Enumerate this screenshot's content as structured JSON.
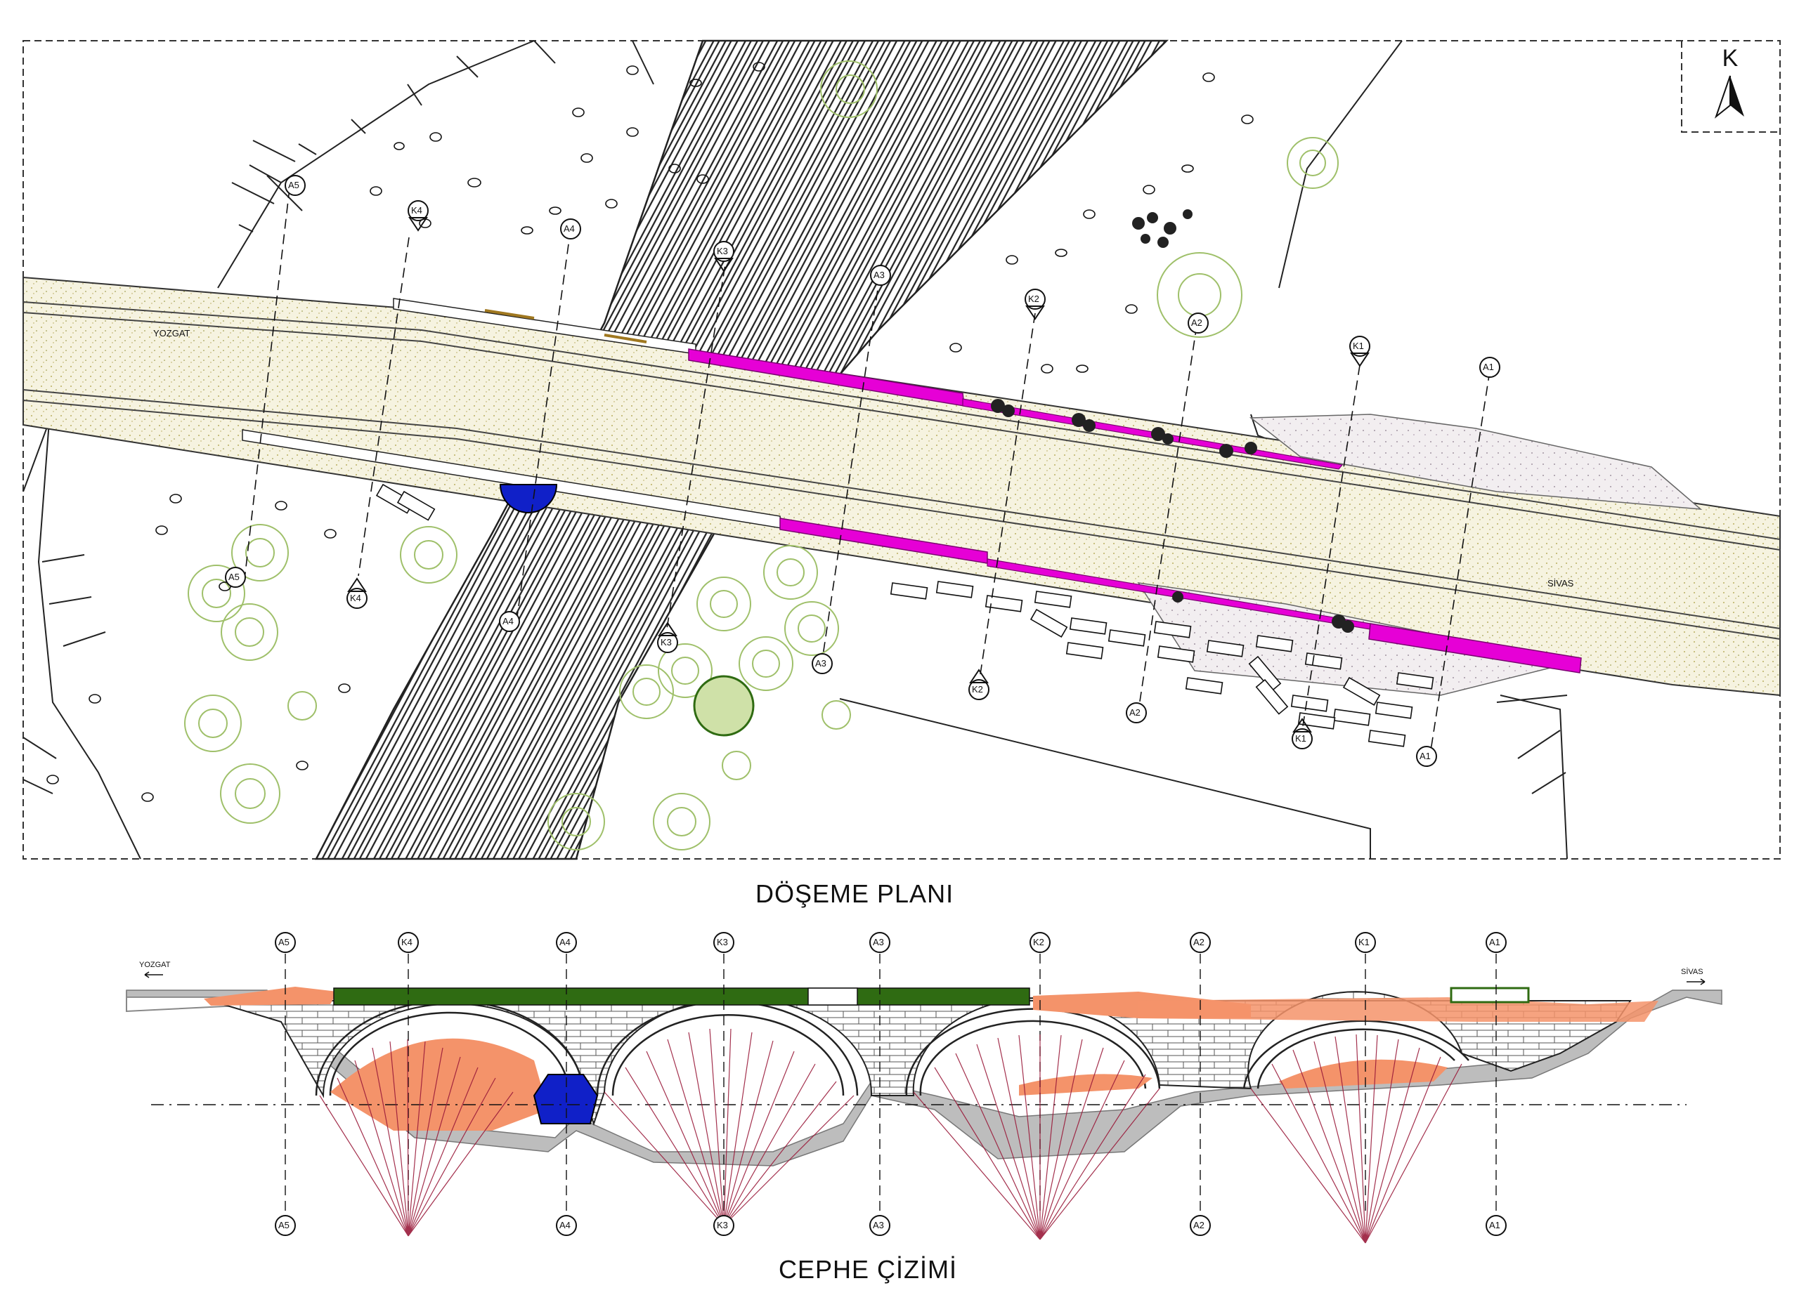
{
  "plan": {
    "title": "DÖŞEME PLANI",
    "north_label": "K",
    "dir_west": "YOZGAT",
    "dir_east": "SİVAS",
    "axis_labels": [
      "A1",
      "A2",
      "A3",
      "A4",
      "A5"
    ],
    "section_labels": [
      "K1",
      "K2",
      "K3",
      "K4"
    ]
  },
  "elevation": {
    "title": "CEPHE ÇİZİMİ",
    "dir_west": "YOZGAT",
    "dir_east": "SİVAS",
    "top_labels": [
      "A5",
      "K4",
      "A4",
      "K3",
      "A3",
      "K2",
      "A2",
      "K1",
      "A1"
    ],
    "bottom_labels": [
      "A5",
      "A4",
      "K3",
      "A3",
      "A2",
      "A1"
    ]
  },
  "colors": {
    "road_fill": "#f3f0dc",
    "restoration_magenta": "#e600d6",
    "stone_green": "#2f6b12",
    "tree_green": "#9fc06a",
    "spring_blue": "#1020c8",
    "mortar_orange": "#f4936a",
    "ray_red": "#9a1a3a",
    "ground_grey": "#bdbdbd"
  }
}
